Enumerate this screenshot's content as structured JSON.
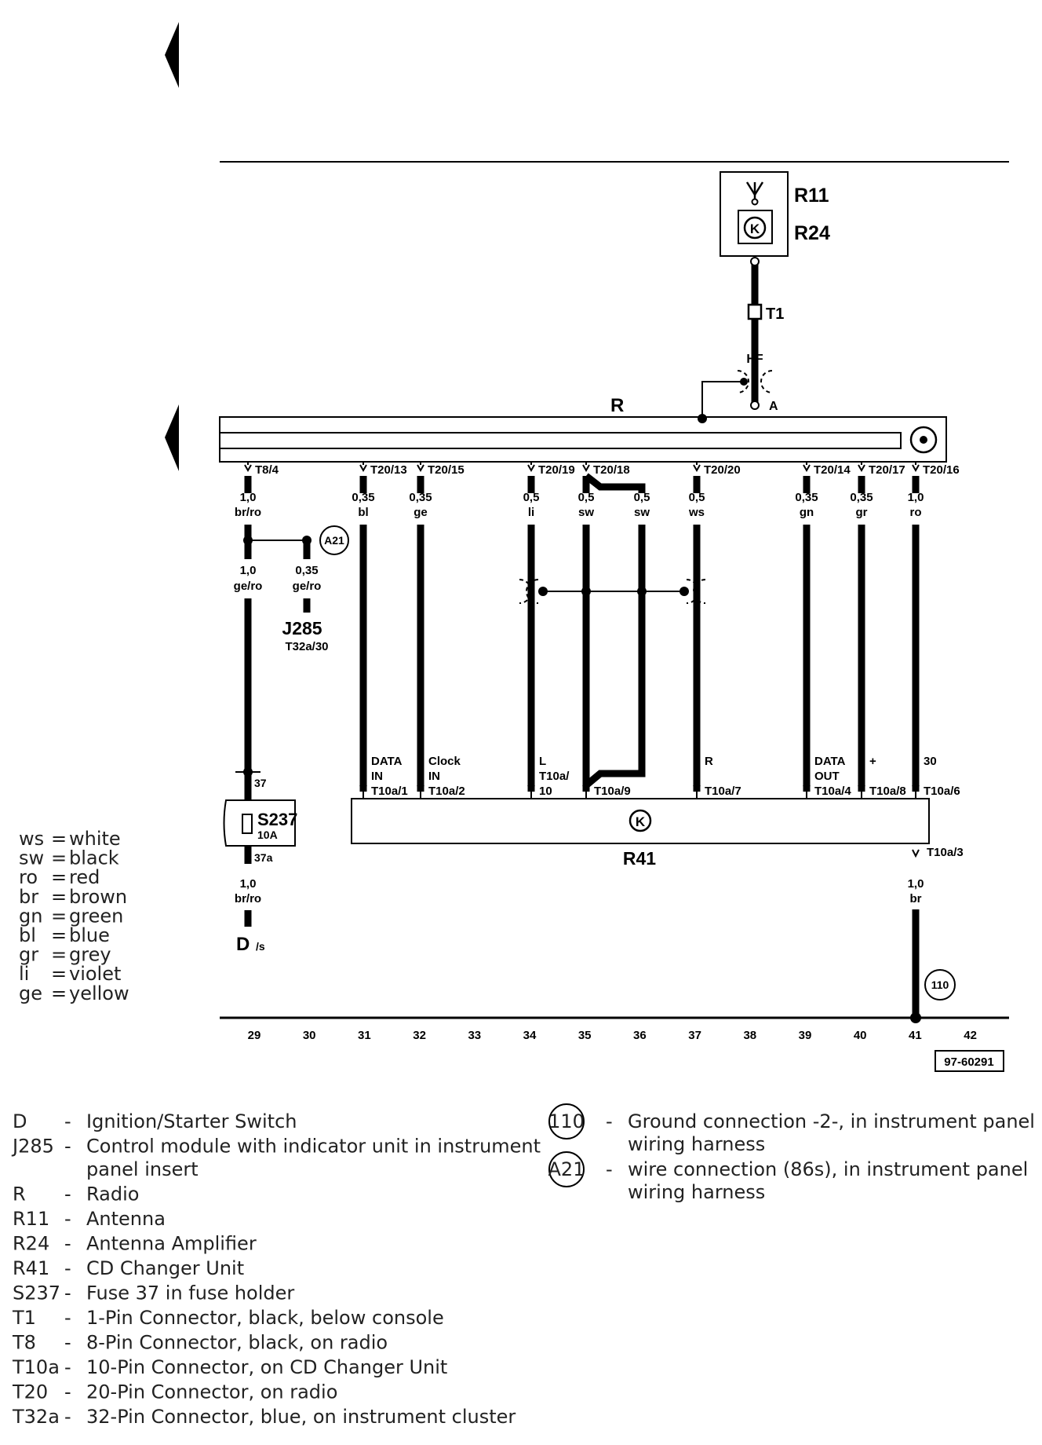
{
  "diagram": {
    "ref_code": "97-60291",
    "component_labels": {
      "R11": "R11",
      "R24": "R24",
      "T1": "T1",
      "HF": "HF",
      "A": "A",
      "R": "R",
      "R41": "R41",
      "S237": "S237",
      "S237_rating": "10A",
      "J285": "J285",
      "J285_pin": "T32a/30",
      "D": "D",
      "D_sub": "/s",
      "A21": "A21",
      "ground_110": "110"
    },
    "radio_pins": [
      {
        "pin": "T8/4",
        "gauge": "1,0",
        "color": "br/ro"
      },
      {
        "pin": "T20/13",
        "gauge": "0,35",
        "color": "bl"
      },
      {
        "pin": "T20/15",
        "gauge": "0,35",
        "color": "ge"
      },
      {
        "pin": "T20/19",
        "gauge": "0,5",
        "color": "li"
      },
      {
        "pin": "T20/18",
        "gauge": "0,5",
        "color": "sw"
      },
      {
        "pin": "",
        "gauge": "0,5",
        "color": "sw"
      },
      {
        "pin": "T20/20",
        "gauge": "0,5",
        "color": "ws"
      },
      {
        "pin": "T20/14",
        "gauge": "0,35",
        "color": "gn"
      },
      {
        "pin": "T20/17",
        "gauge": "0,35",
        "color": "gr"
      },
      {
        "pin": "T20/16",
        "gauge": "1,0",
        "color": "ro"
      }
    ],
    "branch_a21": {
      "gauge": "0,35",
      "color": "ge/ro"
    },
    "wire_29_mid": {
      "gauge": "1,0",
      "color": "ge/ro"
    },
    "fuse_terminals": {
      "top": "37",
      "bottom": "37a"
    },
    "wire_29_bottom": {
      "gauge": "1,0",
      "color": "br/ro"
    },
    "cd_pins": [
      {
        "l1": "DATA",
        "l2": "IN",
        "pin": "T10a/1"
      },
      {
        "l1": "Clock",
        "l2": "IN",
        "pin": "T10a/2"
      },
      {
        "l1": "L",
        "l2": "T10a/",
        "pin": "10"
      },
      {
        "l1": "",
        "l2": "",
        "pin": "T10a/9"
      },
      {
        "l1": "R",
        "l2": "",
        "pin": "T10a/7"
      },
      {
        "l1": "DATA",
        "l2": "OUT",
        "pin": "T10a/4"
      },
      {
        "l1": "+",
        "l2": "",
        "pin": "T10a/8"
      },
      {
        "l1": "30",
        "l2": "",
        "pin": "T10a/6"
      }
    ],
    "cd_ground": {
      "pin": "T10a/3",
      "gauge": "1,0",
      "color": "br"
    },
    "track_numbers": [
      "29",
      "30",
      "31",
      "32",
      "33",
      "34",
      "35",
      "36",
      "37",
      "38",
      "39",
      "40",
      "41",
      "42"
    ]
  },
  "color_legend": [
    {
      "code": "ws",
      "sep": "=",
      "name": "white"
    },
    {
      "code": "sw",
      "sep": "=",
      "name": "black"
    },
    {
      "code": "ro",
      "sep": "=",
      "name": "red"
    },
    {
      "code": "br",
      "sep": "=",
      "name": "brown"
    },
    {
      "code": "gn",
      "sep": "=",
      "name": "green"
    },
    {
      "code": "bl",
      "sep": "=",
      "name": "blue"
    },
    {
      "code": "gr",
      "sep": "=",
      "name": "grey"
    },
    {
      "code": "li",
      "sep": "=",
      "name": "violet"
    },
    {
      "code": "ge",
      "sep": "=",
      "name": "yellow"
    }
  ],
  "component_legend": [
    {
      "code": "D",
      "desc": "Ignition/Starter Switch"
    },
    {
      "code": "J285",
      "desc": "Control module with indicator unit in instrument",
      "desc2": "panel insert"
    },
    {
      "code": "R",
      "desc": "Radio"
    },
    {
      "code": "R11",
      "desc": "Antenna"
    },
    {
      "code": "R24",
      "desc": "Antenna Amplifier"
    },
    {
      "code": "R41",
      "desc": "CD Changer Unit"
    },
    {
      "code": "S237",
      "desc": "Fuse 37 in fuse holder"
    },
    {
      "code": "T1",
      "desc": "1-Pin Connector, black, below console"
    },
    {
      "code": "T8",
      "desc": "8-Pin Connector, black, on radio"
    },
    {
      "code": "T10a",
      "desc": "10-Pin Connector, on CD Changer Unit"
    },
    {
      "code": "T20",
      "desc": "20-Pin Connector, on radio"
    },
    {
      "code": "T32a",
      "desc": "32-Pin Connector, blue, on instrument cluster"
    }
  ],
  "symbol_legend": [
    {
      "symbol": "110",
      "desc": "Ground connection -2-, in instrument panel",
      "desc2": "wiring harness"
    },
    {
      "symbol": "A21",
      "desc": "wire connection (86s), in instrument panel",
      "desc2": "wiring harness"
    }
  ],
  "separator": "-"
}
